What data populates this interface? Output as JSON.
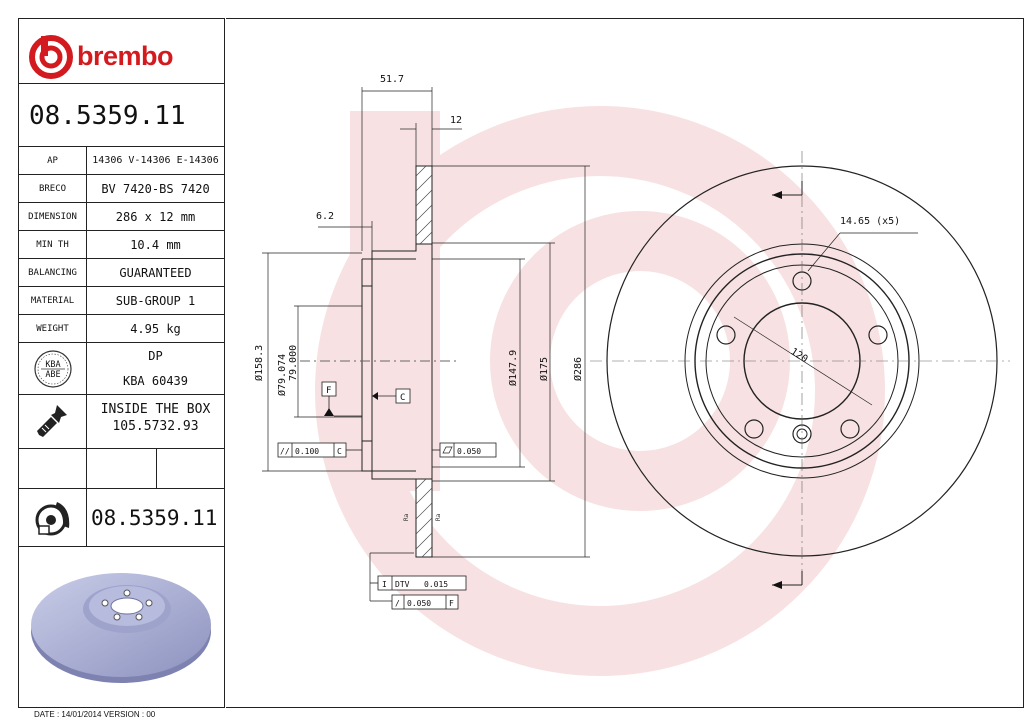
{
  "brand": {
    "name": "brembo",
    "color": "#d21a1f"
  },
  "header": {
    "part_number": "08.5359.11"
  },
  "specs": [
    {
      "label": "AP",
      "value": "14306 V-14306 E-14306"
    },
    {
      "label": "BRECO",
      "value": "BV 7420-BS 7420"
    },
    {
      "label": "DIMENSION",
      "value": "286 x 12 mm"
    },
    {
      "label": "MIN TH",
      "value": "10.4 mm"
    },
    {
      "label": "BALANCING",
      "value": "GUARANTEED"
    },
    {
      "label": "MATERIAL",
      "value": "SUB-GROUP 1"
    },
    {
      "label": "WEIGHT",
      "value": "4.95 kg"
    }
  ],
  "kba": {
    "badge_top": "KBA",
    "badge_bottom": "ABE",
    "line1": "DP",
    "line2": "KBA 60439"
  },
  "inside_box": {
    "icon": "screw-icon",
    "line1": "INSIDE THE BOX",
    "line2": "105.5732.93"
  },
  "bottom_part": {
    "icon": "disc-pad-icon",
    "part_number": "08.5359.11"
  },
  "footer": {
    "text": "DATE : 14/01/2014 VERSION : 00"
  },
  "drawing": {
    "dim_overall_width": "51.7",
    "dim_thickness": "12",
    "dim_offset": "6.2",
    "dim_bolt_holes": "14.65 (x5)",
    "dim_pcd": "120",
    "dia_158": "Ø158.3",
    "dia_79a": "Ø79.074",
    "dia_79b": "79.000",
    "dia_147": "Ø147.9",
    "dia_175": "Ø175",
    "dia_286": "Ø286",
    "datum_f": "F",
    "datum_c": "C",
    "tol_parallel": "0.100",
    "tol_parallel_ref": "C",
    "tol_flat": "0.050",
    "tol_dtv_label": "DTV",
    "tol_dtv": "0.015",
    "tol_runout": "0.050",
    "tol_runout_ref": "F",
    "surf_a": "Ra",
    "surf_b": "Ra",
    "watermark_color": "#f2c9cb"
  }
}
